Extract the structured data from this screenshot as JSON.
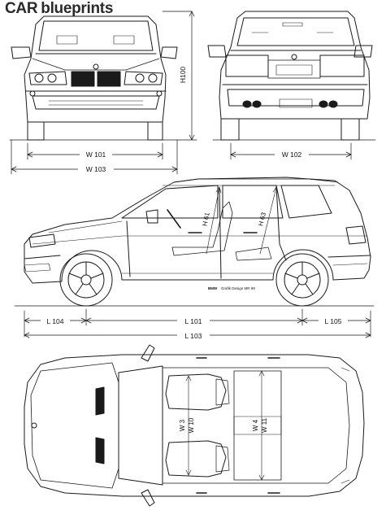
{
  "logo": {
    "brand": "CAR",
    "suffix": "blueprints"
  },
  "dimensions": {
    "front_height": "H100",
    "front_track_front": "W 101",
    "front_overall_width": "W 103",
    "rear_track": "W 102",
    "side_front_overhang": "L 104",
    "side_wheelbase": "L 101",
    "side_rear_overhang": "L 105",
    "side_overall_length": "L 103",
    "side_front_headroom": "H 61",
    "side_rear_headroom": "H 63",
    "top_front_shoulder": "W 3",
    "top_front_width": "W 10",
    "top_rear_shoulder": "W 4",
    "top_rear_width": "W 11"
  },
  "caption": {
    "make": "BMW",
    "model": "Grafik Design MR 99"
  },
  "colors": {
    "line": "#1a1a1a",
    "shade": "#d6d6d6",
    "background": "#ffffff"
  }
}
